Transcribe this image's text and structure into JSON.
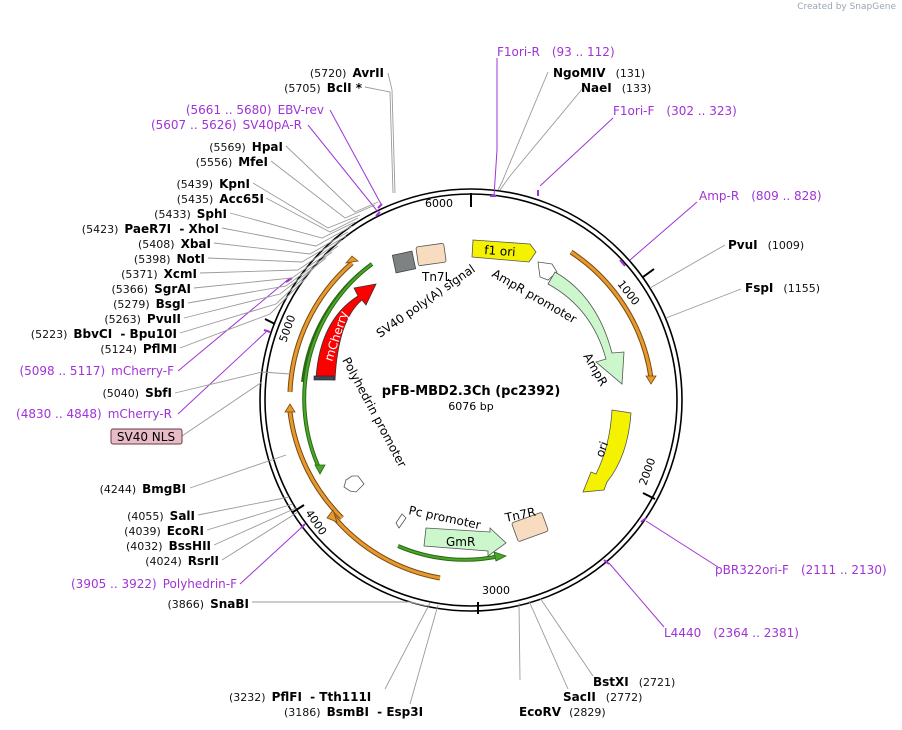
{
  "credit": "Created by SnapGene",
  "plasmid": {
    "name": "pFB-MBD2.3Ch (pc2392)",
    "size_label": "6076 bp"
  },
  "ticks": [
    "1000",
    "2000",
    "3000",
    "4000",
    "5000",
    "6000"
  ],
  "features": {
    "f1ori": "f1 ori",
    "ampr_promoter": "AmpR promoter",
    "ampr": "AmpR",
    "ori": "ori",
    "tn7r": "Tn7R",
    "gmr": "GmR",
    "pc_promoter": "Pc promoter",
    "polyhedrin_promoter": "Polyhedrin promoter",
    "mcherry": "mCherry",
    "sv40_polya": "SV40 poly(A) signal",
    "tn7l": "Tn7L",
    "sv40_nls": "SV40 NLS"
  },
  "enzymes_left": [
    {
      "pos": "(5720)",
      "name": "AvrII"
    },
    {
      "pos": "(5705)",
      "name": "BclI *"
    },
    {
      "pos": "(5569)",
      "name": "HpaI"
    },
    {
      "pos": "(5556)",
      "name": "MfeI"
    },
    {
      "pos": "(5439)",
      "name": "KpnI"
    },
    {
      "pos": "(5435)",
      "name": "Acc65I"
    },
    {
      "pos": "(5433)",
      "name": "SphI"
    },
    {
      "pos": "(5423)",
      "name": "PaeR7I",
      "name2": "XhoI"
    },
    {
      "pos": "(5408)",
      "name": "XbaI"
    },
    {
      "pos": "(5398)",
      "name": "NotI"
    },
    {
      "pos": "(5371)",
      "name": "XcmI"
    },
    {
      "pos": "(5366)",
      "name": "SgrAI"
    },
    {
      "pos": "(5279)",
      "name": "BsgI"
    },
    {
      "pos": "(5263)",
      "name": "PvuII"
    },
    {
      "pos": "(5223)",
      "name": "BbvCI",
      "name2": "Bpu10I"
    },
    {
      "pos": "(5124)",
      "name": "PflMI"
    },
    {
      "pos": "(5040)",
      "name": "SbfI"
    },
    {
      "pos": "(4244)",
      "name": "BmgBI"
    },
    {
      "pos": "(4055)",
      "name": "SalI"
    },
    {
      "pos": "(4039)",
      "name": "EcoRI"
    },
    {
      "pos": "(4032)",
      "name": "BssHII"
    },
    {
      "pos": "(4024)",
      "name": "RsrII"
    },
    {
      "pos": "(3866)",
      "name": "SnaBI"
    }
  ],
  "enzymes_right": [
    {
      "name": "NgoMIV",
      "pos": "(131)"
    },
    {
      "name": "NaeI",
      "pos": "(133)"
    },
    {
      "name": "PvuI",
      "pos": "(1009)"
    },
    {
      "name": "FspI",
      "pos": "(1155)"
    }
  ],
  "enzymes_bottom": [
    {
      "name": "BstXI",
      "pos": "(2721)"
    },
    {
      "name": "SacII",
      "pos": "(2772)"
    },
    {
      "name": "EcoRV",
      "pos": "(2829)"
    },
    {
      "pos": "(3232)",
      "name": "PflFI",
      "name2": "Tth111I"
    },
    {
      "pos": "(3186)",
      "name": "BsmBI",
      "name2": "Esp3I"
    }
  ],
  "primers": [
    {
      "name": "F1ori-R",
      "range": "(93 .. 112)"
    },
    {
      "name": "F1ori-F",
      "range": "(302 .. 323)"
    },
    {
      "name": "Amp-R",
      "range": "(809 .. 828)"
    },
    {
      "name": "pBR322ori-F",
      "range": "(2111 .. 2130)"
    },
    {
      "name": "L4440",
      "range": "(2364 .. 2381)"
    },
    {
      "name": "EBV-rev",
      "range": "(5661 .. 5680)"
    },
    {
      "name": "SV40pA-R",
      "range": "(5607 .. 5626)"
    },
    {
      "name": "mCherry-F",
      "range": "(5098 .. 5117)"
    },
    {
      "name": "mCherry-R",
      "range": "(4830 .. 4848)"
    },
    {
      "name": "Polyhedrin-F",
      "range": "(3905 .. 3922)"
    }
  ],
  "colors": {
    "f1ori": "#f5f200",
    "ori": "#f5f200",
    "ampr": "#ccf7cc",
    "gmr": "#ccf7cc",
    "mcherry": "#ff0000",
    "tn7": "#f8dcc0",
    "polya": "#7f8283",
    "orange_arc": "#e69a2e",
    "green_arc": "#3a8a1a",
    "primer": "#a033d6",
    "nls_box": "#e8bcc7"
  }
}
